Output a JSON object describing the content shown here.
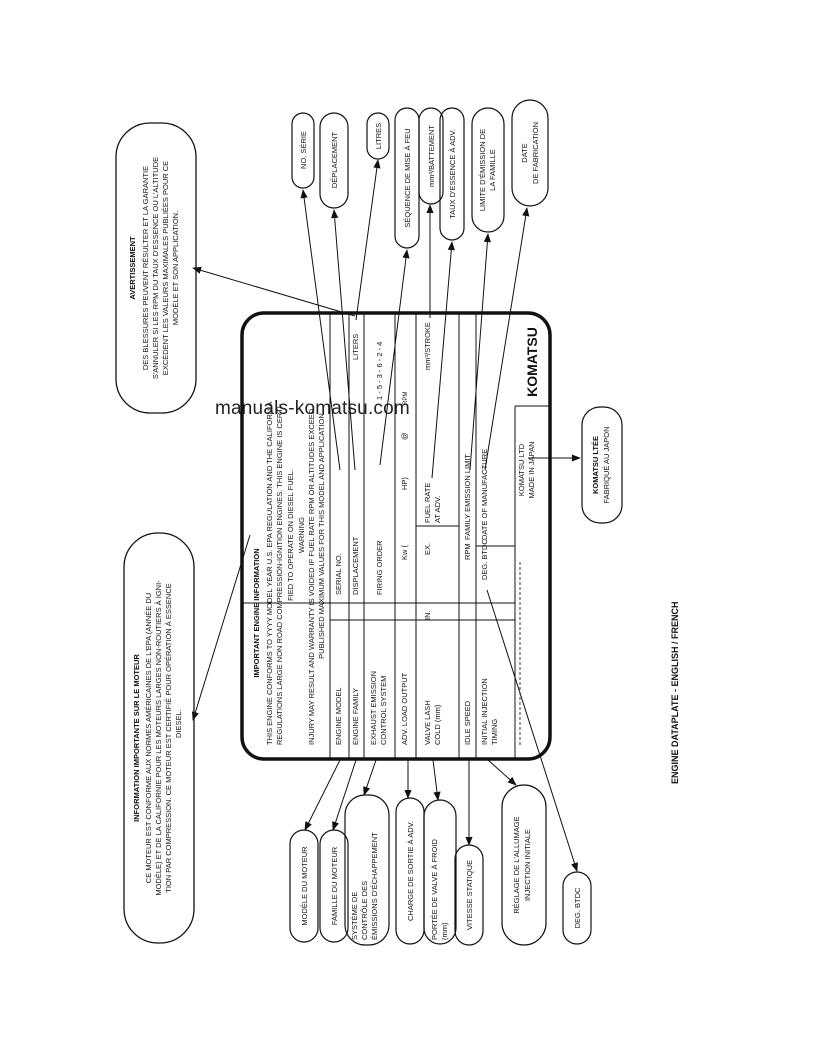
{
  "watermark": "manuals-komatsu.com",
  "caption": "ENGINE DATAPLATE - ENGLISH / FRENCH",
  "plate": {
    "heading": "IMPORTANT ENGINE INFORMATION",
    "conform_lines": [
      "THIS ENGINE CONFORMS TO YYYY MODEL YEAR U.S. EPA REGULATION AND THE CALIFORNIA",
      "REGULATIONS LARGE NON ROAD COMPRESSION-IGNITION ENGINES. THIS ENGINE IS CERTI-",
      "FIED TO OPERATE ON DIESEL FUEL."
    ],
    "warning_title": "WARNING",
    "warning_lines": [
      "INJURY MAY RESULT AND WARRANTY IS VOIDED IF FUEL RATE RPM OR ALTITUDES EXCEED",
      "PUBLISHED MAXIMUM VALUES FOR THIS MODEL AND APPLICATION."
    ],
    "engine_model": "ENGINE MODEL",
    "serial_no": "SERIAL NO.",
    "engine_family": "ENGINE FAMILY",
    "displacement": "DISPLACEMENT",
    "liters": "LITERS",
    "exhaust_1": "EXHAUST EMISSION",
    "exhaust_2": "CONTROL SYSTEM",
    "firing_order": "FIRING ORDER",
    "firing_values": "1 - 5 - 3 - 6 - 2 - 4",
    "adv_load": "ADV. LOAD OUTPUT",
    "kw": "Kw  (",
    "hp": "HP)",
    "rpm_at": "@",
    "rpm_small": "RPM",
    "valve_1": "VALVE LASH",
    "valve_2": "COLD (mm)",
    "in_label": "IN.",
    "ex_label": "EX.",
    "fuel_1": "FUEL RATE",
    "fuel_2": "AT ADV.",
    "stroke": "mm³/STROKE",
    "idle": "IDLE SPEED",
    "rpm": "RPM",
    "family_limit": "FAMILY EMISSION LIMIT",
    "inj_1": "INITIAL INJECTION",
    "inj_2": "TIMING",
    "deg": "DEG. BTDC",
    "date_mfr": "DATE OF MANUFACTURE",
    "maker_1": "KOMATSU LTD",
    "maker_2": "MADE IN JAPAN",
    "logo": "KOMATSU"
  },
  "callouts": {
    "avert_title": "AVERTISSEMENT",
    "avert_lines": [
      "DES BLESSURES PEUVENT RÉSULTER ET LA GARANTIE",
      "S'ANNULER SI LES RPM DU TAUX D'ESSENCE OU L'ALTITUDE",
      "EXCÈDENT LES VALEURS MAXIMALES PUBLIÉES POUR CE",
      "MODÈLE ET SON APPLICATION."
    ],
    "info_title": "INFORMATION IMPORTANTE SUR LE MOTEUR",
    "info_lines": [
      "CE MOTEUR EST CONFORME AUX NORMES AMÉRICAINES DE L'EPA (ANNÉE DU",
      "MODÈLE) ET DE LA CALIFORNIE POUR LES MOTEURS LARGES NON-ROUTIERS À IGNI-",
      "TION PAR COMPRESSION. CE MOTEUR EST CERTIFIÉ POUR OPÉRATION À ESSENCE",
      "DIESEL."
    ],
    "no_serie": "NO. SÉRIE",
    "deplacement": "DÉPLACEMENT",
    "litres": "LITRES",
    "sequence": "SÉQUENCE DE MISE À FEU",
    "battement": "mm³/BATTEMENT",
    "taux": "TAUX D'ESSENCE À ADV.",
    "limit_1": "LIMITE D'ÉMISSION DE",
    "limit_2": "LA FAMILLE",
    "date_1": "DATE",
    "date_2": "DE FABRICATION",
    "komatsu_1": "KOMATSU LTÉE",
    "komatsu_2": "FABRIQUÉ AU JAPON",
    "modele": "MODÈLE DU MOTEUR",
    "famille": "FAMILLE DU MOTEUR",
    "sys_1": "SYSTÈME DE",
    "sys_2": "CONTRÔLE DES",
    "sys_3": "ÉMISSIONS D'ÉCHAPPEMENT",
    "charge": "CHARGE DE SORTIE À ADV.",
    "portee_1": "PORTÉE DE VALVE À FROID",
    "portee_2": "(mm)",
    "vitesse": "VITESSE STATIQUE",
    "reglage_1": "RÉGLAGE DE L'ALLUMAGE",
    "reglage_2": "INJECTION INITIALE",
    "deg_btdc": "DEG. BTDC"
  }
}
